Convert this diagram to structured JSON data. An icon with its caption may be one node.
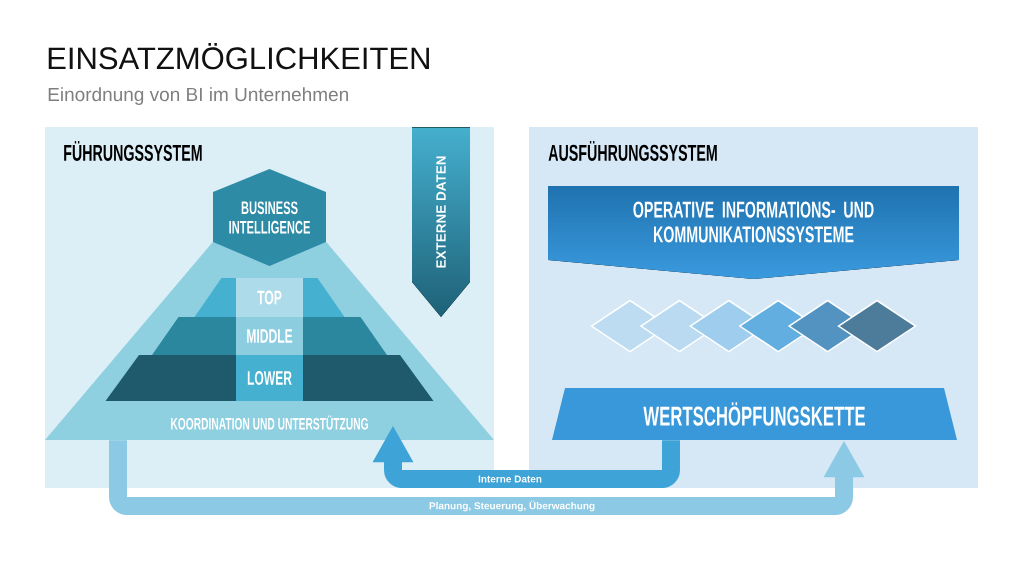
{
  "diagram": {
    "title": "EINSATZMÖGLICHKEITEN",
    "nodes": [
      {
        "text": [
          "FÜHRUNGSSYSTEM"
        ]
      },
      {
        "text": [
          "KOORDINATION UND UNTERSTÜTZUNG"
        ],
        "in": 0
      },
      {
        "text": [
          "BUSINESS INTELLIGENCE"
        ],
        "in": 1
      },
      {
        "text": [
          "TOP"
        ],
        "in": 1
      },
      {
        "text": [
          "MIDDLE"
        ],
        "in": 1
      },
      {
        "text": [
          "LOWER"
        ],
        "in": 1
      },
      {
        "text": [
          "EXTERNE DATEN"
        ],
        "in": 0
      },
      {
        "text": [
          "AUSFÜHRUNGSSYSTEM"
        ]
      },
      {
        "text": [
          "OPERATIVE INFORMATIONS- UND KOMMUNIKATIONSSYSTEME"
        ],
        "in": 7
      },
      {
        "text": [
          "WERTSCHÖPFUNGSKETTE"
        ],
        "in": 7
      }
    ],
    "edges": [
      {
        "from": 9,
        "to": 1,
        "arrow": "to",
        "label": "Interne Daten",
        "color": "#3ea3d6"
      },
      {
        "from": 1,
        "to": 9,
        "arrow": "to",
        "label": "Planung, Steuerung, Überwachung",
        "color": "#8cc9e4"
      }
    ],
    "labels": [
      "Einordnung von BI im Unternehmen"
    ]
  }
}
